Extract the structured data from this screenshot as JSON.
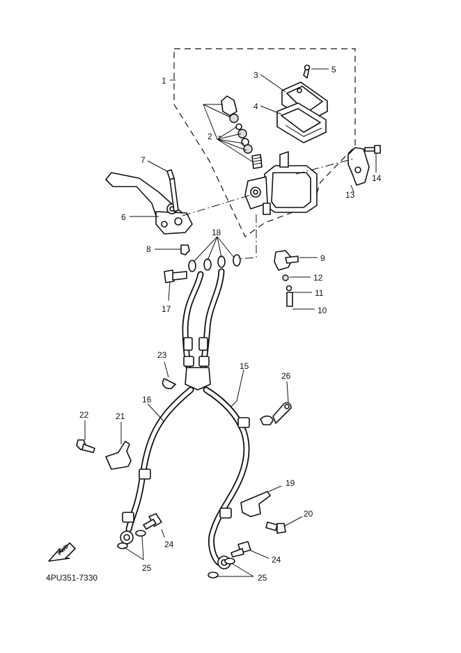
{
  "diagram_code": "4PU351-7330",
  "fwd_label": "FWD",
  "callouts": [
    "1",
    "2",
    "3",
    "4",
    "5",
    "6",
    "7",
    "8",
    "9",
    "10",
    "11",
    "12",
    "13",
    "14",
    "15",
    "16",
    "17",
    "18",
    "19",
    "20",
    "21",
    "22",
    "23",
    "24",
    "24",
    "25",
    "25",
    "26"
  ],
  "icons": [
    "forward-arrow-icon"
  ]
}
